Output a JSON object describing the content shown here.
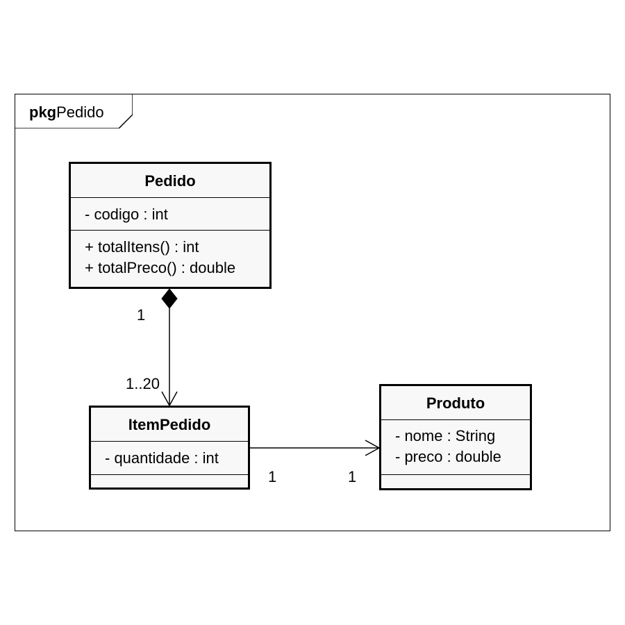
{
  "package": {
    "keyword": "pkg",
    "name": "Pedido"
  },
  "classes": {
    "pedido": {
      "name": "Pedido",
      "attributes": [
        "- codigo : int"
      ],
      "operations": [
        "+ totalItens() : int",
        "+ totalPreco() : double"
      ]
    },
    "itempedido": {
      "name": "ItemPedido",
      "attributes": [
        "- quantidade : int"
      ],
      "operations": []
    },
    "produto": {
      "name": "Produto",
      "attributes": [
        "- nome : String",
        "- preco : double"
      ],
      "operations": []
    }
  },
  "relations": {
    "composition": {
      "type": "composition",
      "from": "Pedido",
      "to": "ItemPedido",
      "source_multiplicity": "1",
      "target_multiplicity": "1..20"
    },
    "association": {
      "type": "directed-association",
      "from": "ItemPedido",
      "to": "Produto",
      "source_multiplicity": "1",
      "target_multiplicity": "1"
    }
  }
}
